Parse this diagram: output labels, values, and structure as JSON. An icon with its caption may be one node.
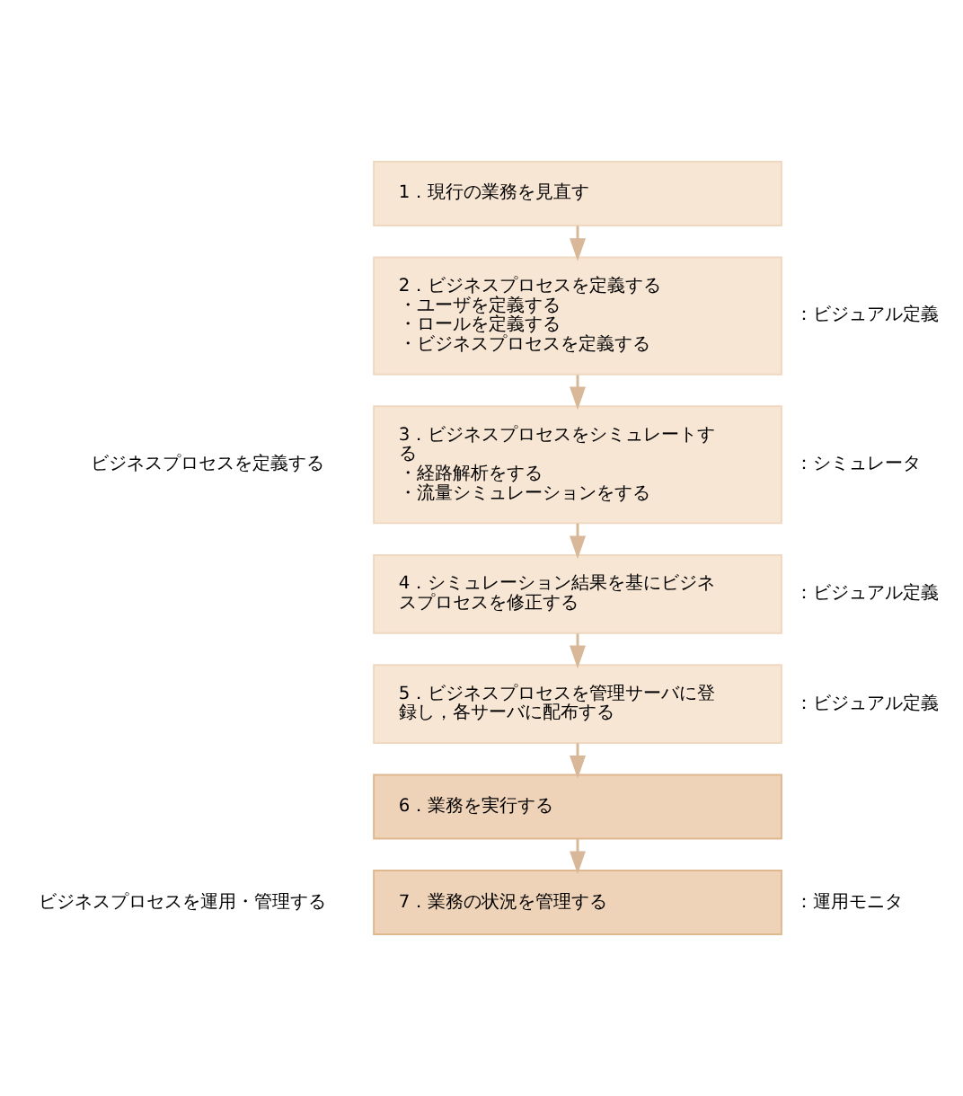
{
  "diagram": {
    "nodes": [
      {
        "text": [
          "1．現行の業務を見直す"
        ]
      },
      {
        "text": [
          "2．ビジネスプロセスを定義する",
          "・ユーザを定義する",
          "・ロールを定義する",
          "・ビジネスプロセスを定義する"
        ],
        "beside": [
          "：ビジュアル定義"
        ]
      },
      {
        "text": [
          "3．ビジネスプロセスをシミュレートする",
          "・経路解析をする",
          "・流量シミュレーションをする"
        ],
        "beside": [
          "：シミュレータ"
        ]
      },
      {
        "text": [
          "4．シミュレーション結果を基にビジネスプロセスを修正する"
        ],
        "beside": [
          "：ビジュアル定義"
        ]
      },
      {
        "text": [
          "5．ビジネスプロセスを管理サーバに登録し，各サーバに配布する"
        ],
        "beside": [
          "：ビジュアル定義"
        ]
      },
      {
        "text": [
          "6．業務を実行する"
        ]
      },
      {
        "text": [
          "7．業務の状況を管理する"
        ],
        "beside": [
          "：運用モニタ"
        ]
      }
    ],
    "edges": [
      {
        "from": 0,
        "to": 1,
        "arrow": "to"
      },
      {
        "from": 1,
        "to": 2,
        "arrow": "to"
      },
      {
        "from": 2,
        "to": 3,
        "arrow": "to"
      },
      {
        "from": 3,
        "to": 4,
        "arrow": "to"
      },
      {
        "from": 4,
        "to": 5,
        "arrow": "to"
      },
      {
        "from": 5,
        "to": 6,
        "arrow": "to"
      }
    ],
    "labels": [
      "ビジネスプロセスを定義する",
      "ビジネスプロセスを運用・管理する"
    ]
  }
}
